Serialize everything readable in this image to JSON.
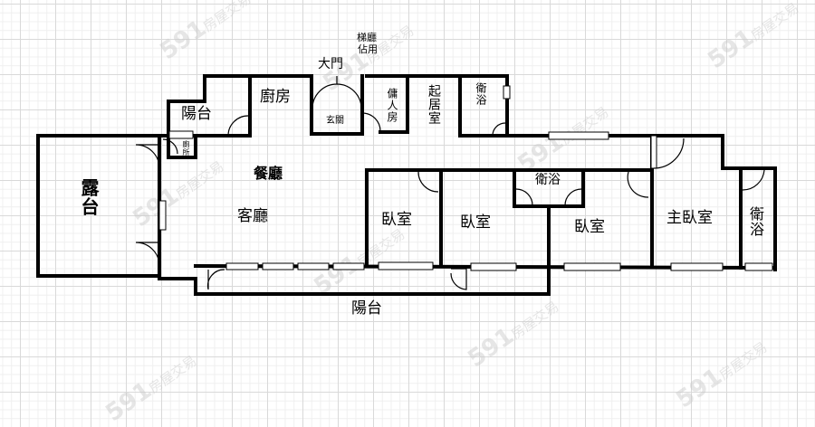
{
  "floorplan": {
    "rooms": {
      "terrace": "露台",
      "balcony_top": "陽台",
      "kitchen": "廚房",
      "toilet_small": "廁所",
      "dining": "餐廳",
      "living": "客廳",
      "foyer": "玄關",
      "maid_room": "傭人房",
      "family_room": "起居室",
      "bath_top": "衛浴",
      "bedroom_1": "臥室",
      "bedroom_2": "臥室",
      "bath_mid": "衛浴",
      "bedroom_3": "臥室",
      "master_bedroom": "主臥室",
      "bath_master": "衛浴",
      "balcony_bottom": "陽台"
    },
    "annotations": {
      "main_door": "大門",
      "elevator_hall_line1": "梯廳",
      "elevator_hall_line2": "佔用"
    }
  },
  "watermark": {
    "number": "591",
    "text": "房屋交易"
  }
}
